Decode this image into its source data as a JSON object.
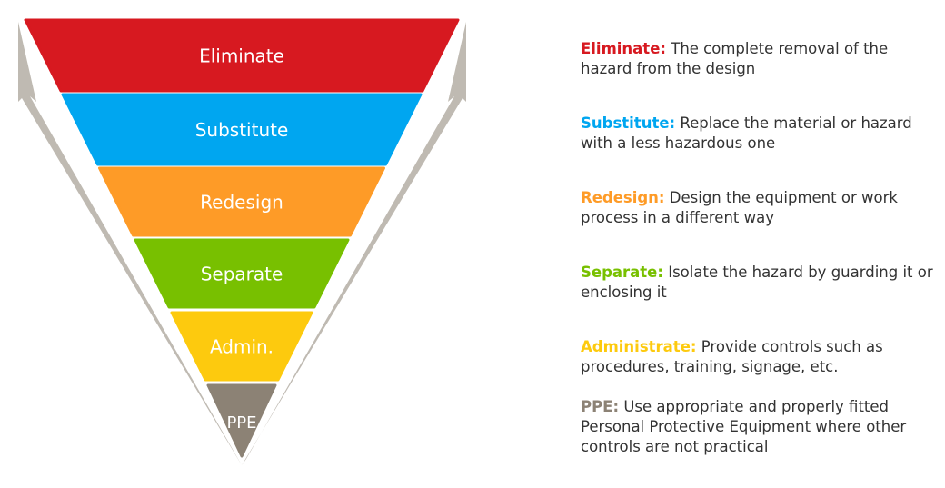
{
  "levels": [
    {
      "label": "Eliminate",
      "term": "Eliminate:",
      "description": "The complete removal of the hazard from the design",
      "color": "#d71920"
    },
    {
      "label": "Substitute",
      "term": "Substitute:",
      "description": "Replace the material or hazard with a less hazardous one",
      "color": "#00a6f0"
    },
    {
      "label": "Redesign",
      "term": "Redesign:",
      "description": "Design the equipment or work process in a different way",
      "color": "#fe9b27"
    },
    {
      "label": "Separate",
      "term": "Separate:",
      "description": "Isolate the hazard by guarding it or enclosing it",
      "color": "#78c000"
    },
    {
      "label": "Admin.",
      "term": "Administrate:",
      "description": "Provide controls such as procedures, training, signage, etc.",
      "color": "#fdca0e"
    },
    {
      "label": "PPE",
      "term": "PPE:",
      "description": "Use appropriate and properly fitted Personal Protective Equipment where other controls are not practical",
      "color": "#8c8275"
    }
  ],
  "arrow_color": "#bfbab2"
}
